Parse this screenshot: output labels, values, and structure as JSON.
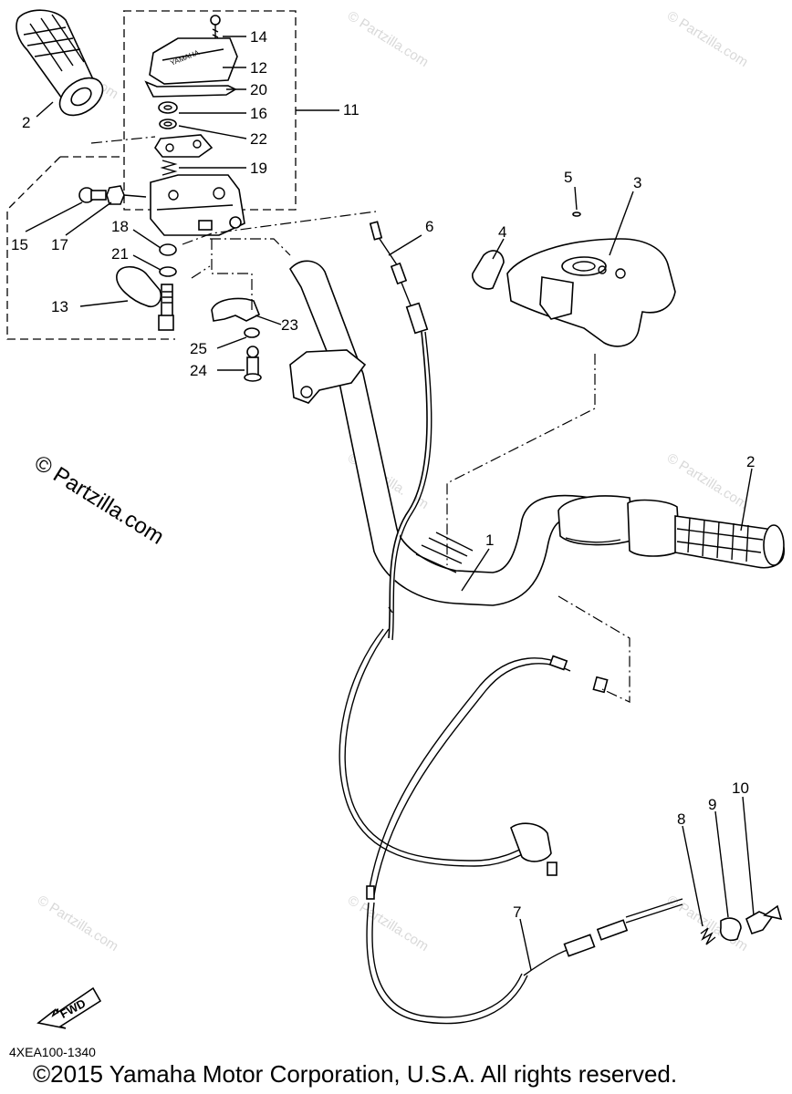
{
  "diagram": {
    "callouts": {
      "c1": "1",
      "c2a": "2",
      "c2b": "2",
      "c3": "3",
      "c4": "4",
      "c5": "5",
      "c6": "6",
      "c7": "7",
      "c8": "8",
      "c9": "9",
      "c10": "10",
      "c11": "11",
      "c12": "12",
      "c13": "13",
      "c14": "14",
      "c15": "15",
      "c16": "16",
      "c17": "17",
      "c18": "18",
      "c19": "19",
      "c20": "20",
      "c21": "21",
      "c22": "22",
      "c23": "23",
      "c24": "24",
      "c25": "25"
    },
    "fwd_label": "FWD",
    "code": "4XEA100-1340",
    "copyright": "©2015 Yamaha Motor Corporation, U.S.A. All rights reserved."
  },
  "watermark": {
    "large": "© Partzilla.com",
    "small": "© Partzilla.com"
  },
  "colors": {
    "line": "#000000",
    "background": "#ffffff",
    "watermark": "#d9d9d9"
  }
}
